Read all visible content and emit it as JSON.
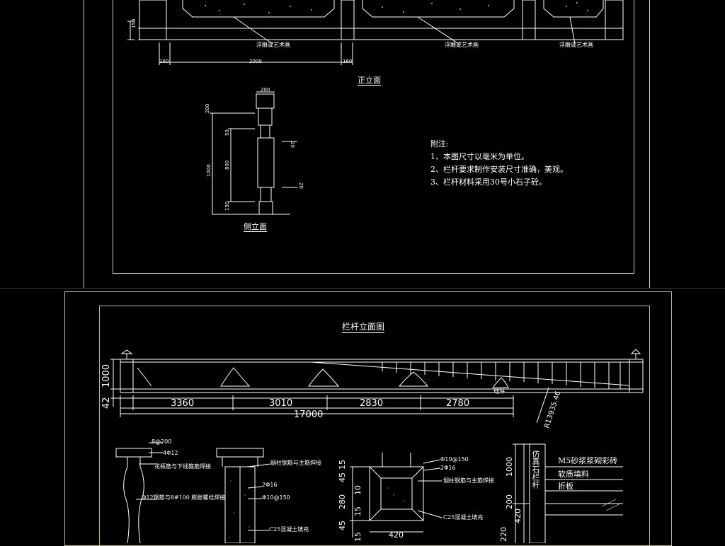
{
  "upper": {
    "panel_note": "浮雕或艺术画",
    "dims": {
      "h150": "150",
      "w160a": "160",
      "w2000": "2000",
      "w160b": "160"
    },
    "front_title": "正立面",
    "side_title": "侧立面",
    "side_dims": [
      "200",
      "200",
      "50",
      "1000",
      "800",
      "150",
      "20",
      "20"
    ],
    "notes": {
      "heading": "附注:",
      "items": [
        "1、本图尺寸以毫米为单位。",
        "2、栏杆要求制作安装尺寸准确，美观。",
        "3、栏杆材料采用30号小石子砼。"
      ]
    }
  },
  "lower": {
    "title": "栏杆立面图",
    "left_dims": [
      "1000",
      "42"
    ],
    "spans": [
      "3360",
      "3010",
      "2830",
      "2780"
    ],
    "total": "17000",
    "radius": "R13935.46",
    "ground": "地坪",
    "detail1": {
      "top": "8@200",
      "tie": "4Φ12",
      "joint": "花瓶筋与下线箍筋焊接",
      "anchor": "Φ12钢筋与8#100 膨胀螺栓焊接"
    },
    "detail2": {
      "weld": "烟柱钢筋与主筋焊接",
      "bar": "2Φ16",
      "stirrup": "Φ10@150",
      "fill": "C25混凝土填充"
    },
    "detail3": {
      "left_dims": [
        "15",
        "45",
        "280",
        "10",
        "45",
        "15",
        "15"
      ],
      "stirrup": "Φ10@150",
      "bar": "2Φ16",
      "weld": "烟柱钢筋与主筋焊接",
      "fill": "C25混凝土填充",
      "width": "420"
    },
    "detail4": {
      "vertical": "仿真石栏杆",
      "layers": [
        "M5砂浆浆砌彩砖",
        "软质填料",
        "折板"
      ],
      "dims": [
        "1000",
        "200",
        "420",
        "220"
      ]
    }
  }
}
